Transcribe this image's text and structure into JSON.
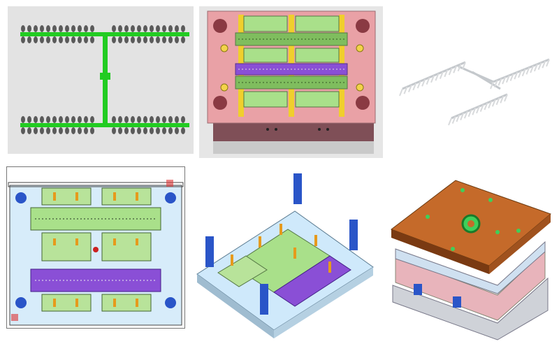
{
  "figure": {
    "panels": [
      {
        "id": "runner-layout",
        "view": "top",
        "style": "cad-render"
      },
      {
        "id": "mold-top-view-colored",
        "view": "top",
        "style": "cad-render"
      },
      {
        "id": "part-tree-light",
        "view": "iso",
        "style": "light-render"
      },
      {
        "id": "mold-plan-drawing",
        "view": "top",
        "style": "cad-drawing"
      },
      {
        "id": "mold-iso-core-side",
        "view": "iso",
        "style": "cad-render"
      },
      {
        "id": "mold-assembly-iso",
        "view": "iso",
        "style": "cad-render"
      }
    ],
    "colors": {
      "runner_green": "#22cc22",
      "plate_pink": "#e9a1a6",
      "insert_green": "#a9e08a",
      "insert_purple": "#8a4fd6",
      "plate_blue": "#cde6f6",
      "pin_blue": "#2a55c8",
      "pin_orange": "#e69a1c",
      "top_plate_brown": "#c56a2a",
      "bolt_yellow": "#f3d34a"
    }
  }
}
